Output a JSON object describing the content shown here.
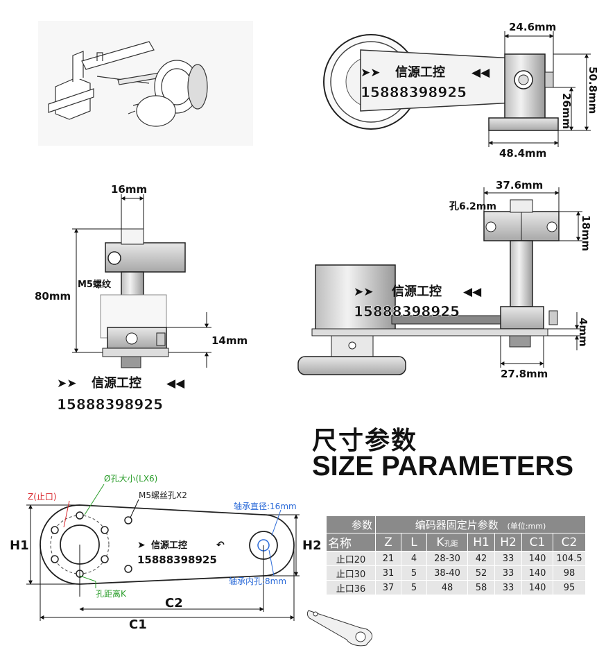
{
  "top_right": {
    "dim_width_top": "24.6mm",
    "dim_height_total": "50.8mm",
    "dim_height_base": "26mm",
    "dim_width_base": "48.4mm"
  },
  "mid_left": {
    "dim_width_top": "16mm",
    "dim_height_total": "80mm",
    "dim_height_bottom": "14mm",
    "note_thread": "M5螺纹"
  },
  "mid_right": {
    "dim_width_top": "37.6mm",
    "note_hole": "孔6.2mm",
    "dim_height_clamp": "18mm",
    "dim_height_plate": "4mm",
    "dim_width_bottom": "27.8mm"
  },
  "watermark": {
    "company": "信源工控",
    "phone": "15888398925"
  },
  "titles": {
    "cn": "尺寸参数",
    "en": "SIZE PARAMETERS"
  },
  "bracket_drawing": {
    "label_z": "Z(止口)",
    "label_hole_size": "Ø孔大小(LX6)",
    "label_m5": "M5螺丝孔X2",
    "label_bearing_dia": "轴承直径:16mm",
    "label_bearing_inner": "轴承内孔:8mm",
    "label_hole_distance": "孔距离K",
    "label_h1": "H1",
    "label_h2": "H2",
    "label_c1": "C1",
    "label_c2": "C2"
  },
  "params_table": {
    "corner_top": "参数",
    "corner_bottom": "名称",
    "title": "编码器固定片参数",
    "unit": "(单位:mm)",
    "columns": [
      "Z",
      "L",
      "K",
      "H1",
      "H2",
      "C1",
      "C2"
    ],
    "k_sub": "孔距",
    "rows": [
      {
        "name": "止口20",
        "Z": "21",
        "L": "4",
        "K": "28-30",
        "H1": "42",
        "H2": "33",
        "C1": "140",
        "C2": "104.5"
      },
      {
        "name": "止口30",
        "Z": "31",
        "L": "5",
        "K": "38-40",
        "H1": "52",
        "H2": "33",
        "C1": "140",
        "C2": "98"
      },
      {
        "name": "止口36",
        "Z": "37",
        "L": "5",
        "K": "48",
        "H1": "58",
        "H2": "33",
        "C1": "140",
        "C2": "95"
      }
    ]
  },
  "colors": {
    "red_label": "#d8262c",
    "green_label": "#2a9d2a",
    "blue_label": "#2a6ad8",
    "table_header": "#8a8a8a",
    "table_cell": "#e6e6e6"
  }
}
